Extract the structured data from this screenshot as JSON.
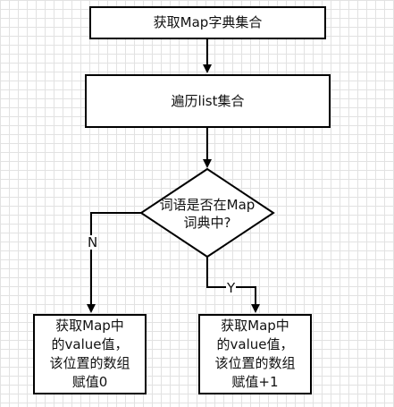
{
  "nodes": {
    "start": "获取Map字典集合",
    "loop": "遍历list集合",
    "decision_line1": "词语是否在Map",
    "decision_line2": "词典中?",
    "no_branch": [
      "获取Map中",
      "的value值，",
      "该位置的数组",
      "赋值0"
    ],
    "yes_branch": [
      "获取Map中",
      "的value值，",
      "该位置的数组",
      "赋值+1"
    ]
  },
  "edge_labels": {
    "no": "N",
    "yes": "Y"
  }
}
